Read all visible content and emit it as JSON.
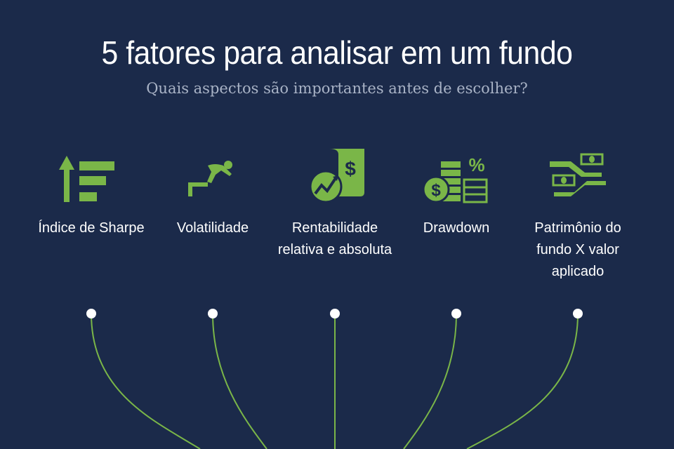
{
  "title": "5 fatores para analisar em um fundo",
  "subtitle": "Quais aspectos são importantes antes de escolher?",
  "colors": {
    "background": "#1b2a4a",
    "accent": "#7ab648"
  },
  "factors": [
    {
      "label": "Índice de Sharpe",
      "icon": "sort-ascending-icon"
    },
    {
      "label": "Volatilidade",
      "icon": "person-climbing-stairs-icon"
    },
    {
      "label": "Rentabilidade relativa e absoluta",
      "icon": "growth-document-icon"
    },
    {
      "label": "Drawdown",
      "icon": "coins-percent-icon"
    },
    {
      "label": "Patrimônio do fundo X valor aplicado",
      "icon": "money-exchange-icon"
    }
  ]
}
